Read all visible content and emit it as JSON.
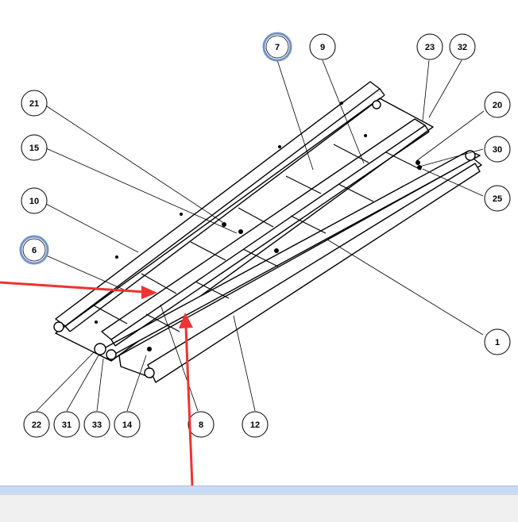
{
  "callouts": [
    {
      "id": "b1",
      "label": "1",
      "highlight": false
    },
    {
      "id": "b6",
      "label": "6",
      "highlight": true
    },
    {
      "id": "b7",
      "label": "7",
      "highlight": true
    },
    {
      "id": "b8",
      "label": "8",
      "highlight": false
    },
    {
      "id": "b9",
      "label": "9",
      "highlight": false
    },
    {
      "id": "b10",
      "label": "10",
      "highlight": false
    },
    {
      "id": "b12",
      "label": "12",
      "highlight": false
    },
    {
      "id": "b14",
      "label": "14",
      "highlight": false
    },
    {
      "id": "b15",
      "label": "15",
      "highlight": false
    },
    {
      "id": "b20",
      "label": "20",
      "highlight": false
    },
    {
      "id": "b21",
      "label": "21",
      "highlight": false
    },
    {
      "id": "b22",
      "label": "22",
      "highlight": false
    },
    {
      "id": "b23",
      "label": "23",
      "highlight": false
    },
    {
      "id": "b25",
      "label": "25",
      "highlight": false
    },
    {
      "id": "b30",
      "label": "30",
      "highlight": false
    },
    {
      "id": "b31",
      "label": "31",
      "highlight": false
    },
    {
      "id": "b32",
      "label": "32",
      "highlight": false
    },
    {
      "id": "b33",
      "label": "33",
      "highlight": false
    }
  ],
  "colors": {
    "line": "#000000",
    "highlight_ring": "#6f93c9",
    "arrow": "#ee3333",
    "status_strip": "#c9daf3",
    "bottom_bar": "#f0f0f0"
  }
}
